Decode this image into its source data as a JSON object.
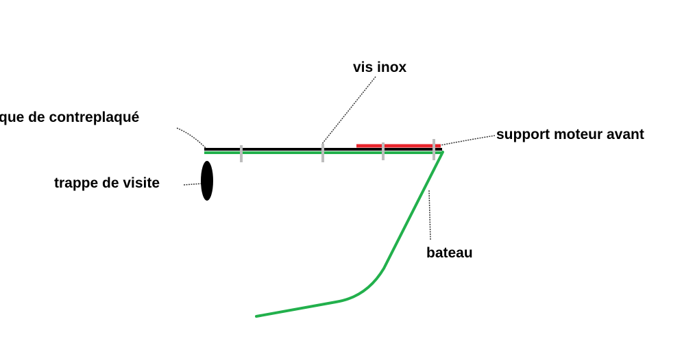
{
  "labels": {
    "plywood": "que de contreplaqué",
    "screws": "vis inox",
    "engine_mount": "support moteur avant",
    "hatch": "trappe de visite",
    "boat": "bateau"
  },
  "colors": {
    "plywood": "#000000",
    "deck": "#22b04c",
    "hull": "#22b04c",
    "engine_mount": "#e8242c",
    "screw": "#bdbdbd",
    "hatch": "#000000",
    "leader": "#333333",
    "text": "#000000"
  }
}
